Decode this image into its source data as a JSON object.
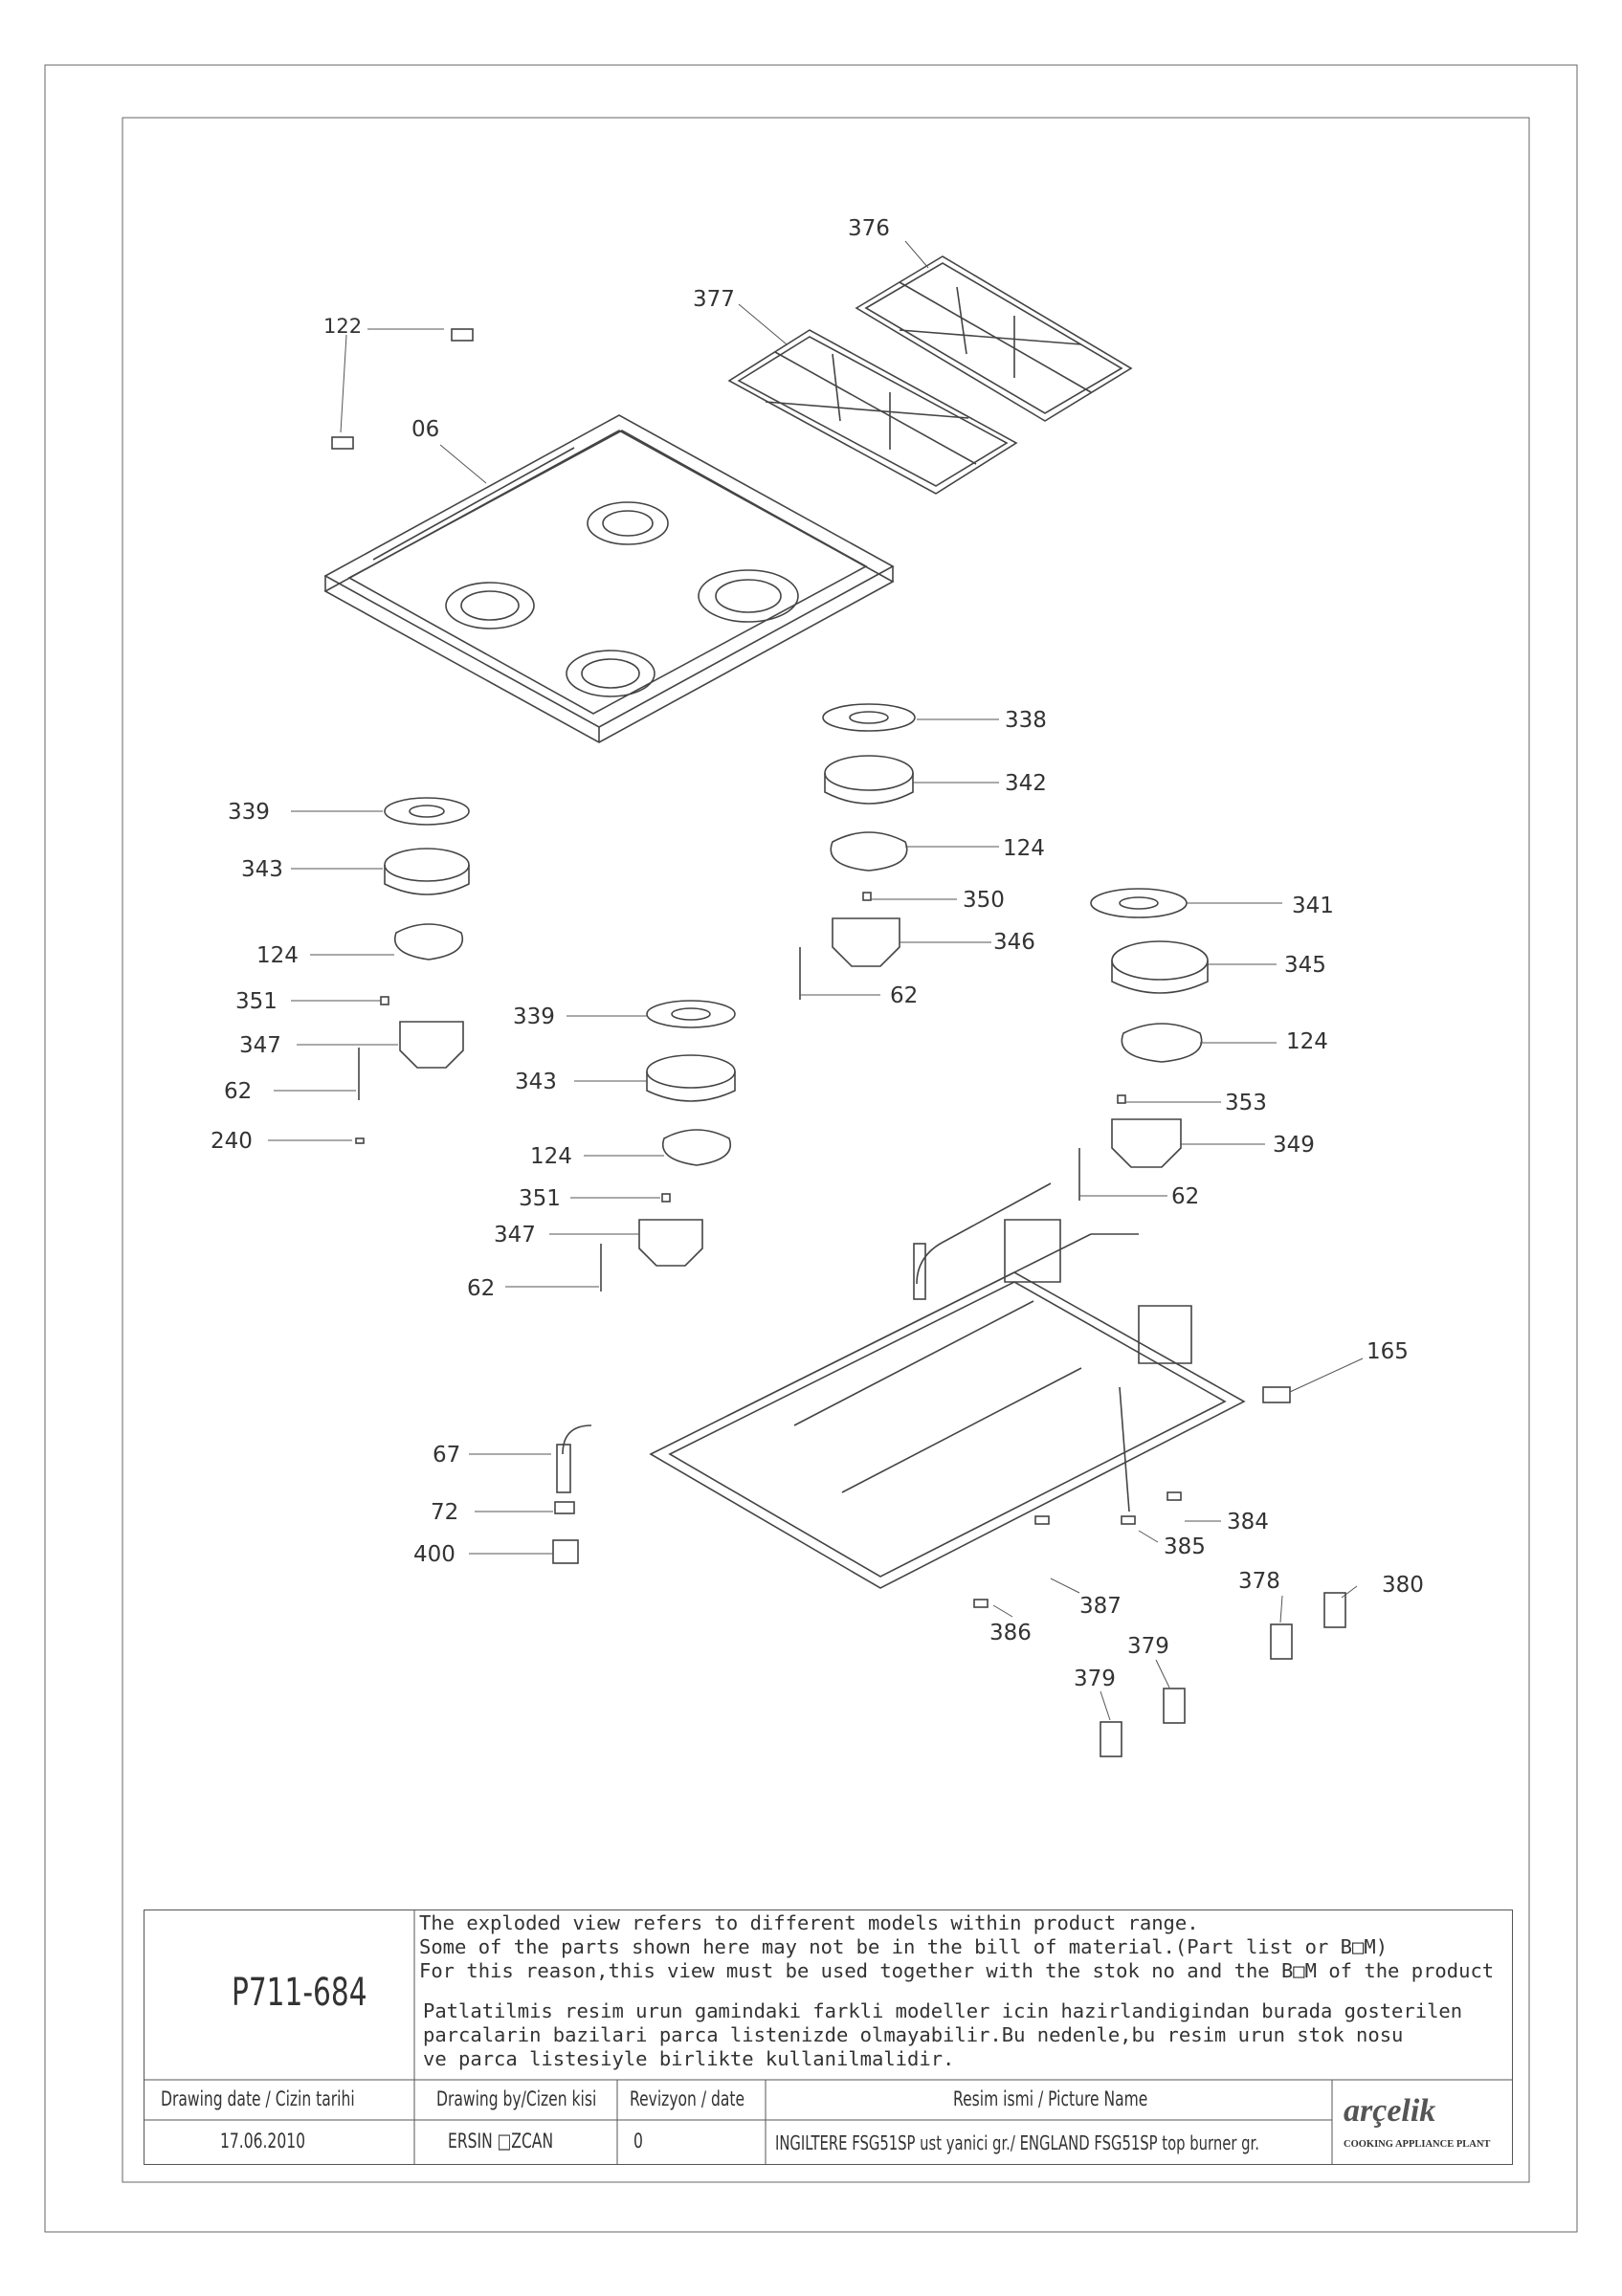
{
  "callouts": {
    "c376": "376",
    "c377": "377",
    "c122": "122",
    "c06": "06",
    "c338": "338",
    "c342": "342",
    "c124a": "124",
    "c350": "350",
    "c346": "346",
    "c62a": "62",
    "c341": "341",
    "c345": "345",
    "c124b": "124",
    "c353": "353",
    "c349": "349",
    "c62b": "62",
    "c339a": "339",
    "c343a": "343",
    "c124c": "124",
    "c351a": "351",
    "c347a": "347",
    "c62c": "62",
    "c240": "240",
    "c339b": "339",
    "c343b": "343",
    "c124d": "124",
    "c351b": "351",
    "c347b": "347",
    "c62d": "62",
    "c165": "165",
    "c67": "67",
    "c72": "72",
    "c400": "400",
    "c384": "384",
    "c385": "385",
    "c387": "387",
    "c386": "386",
    "c378": "378",
    "c380": "380",
    "c379a": "379",
    "c379b": "379"
  },
  "title_block": {
    "drawing_no": "P711-684",
    "note_en": [
      "The exploded view refers to different models within product range.",
      "Some of the parts shown here may not be in the bill of material.(Part list or B□M)",
      "For this reason,this view must be used together with the stok no and the B□M of the product"
    ],
    "note_tr": [
      "Patlatilmis resim urun gamindaki farkli modeller icin hazirlandigindan burada gosterilen",
      "parcalarin bazilari parca listenizde olmayabilir.Bu nedenle,bu resim urun stok nosu",
      "ve parca listesiyle birlikte kullanilmalidir."
    ],
    "headers": {
      "drawing_date": "Drawing date / Cizin tarihi",
      "drawing_by": "Drawing by/Cizen kisi",
      "revision": "Revizyon / date",
      "picture_name": "Resim ismi / Picture Name"
    },
    "values": {
      "drawing_date": "17.06.2010",
      "drawing_by": "ERSIN □ZCAN",
      "revision": "0",
      "picture_name": "INGILTERE FSG51SP ust yanici gr./ ENGLAND FSG51SP  top burner gr."
    },
    "logo": {
      "brand": "arçelik",
      "plant": "COOKING APPLIANCE PLANT"
    }
  }
}
